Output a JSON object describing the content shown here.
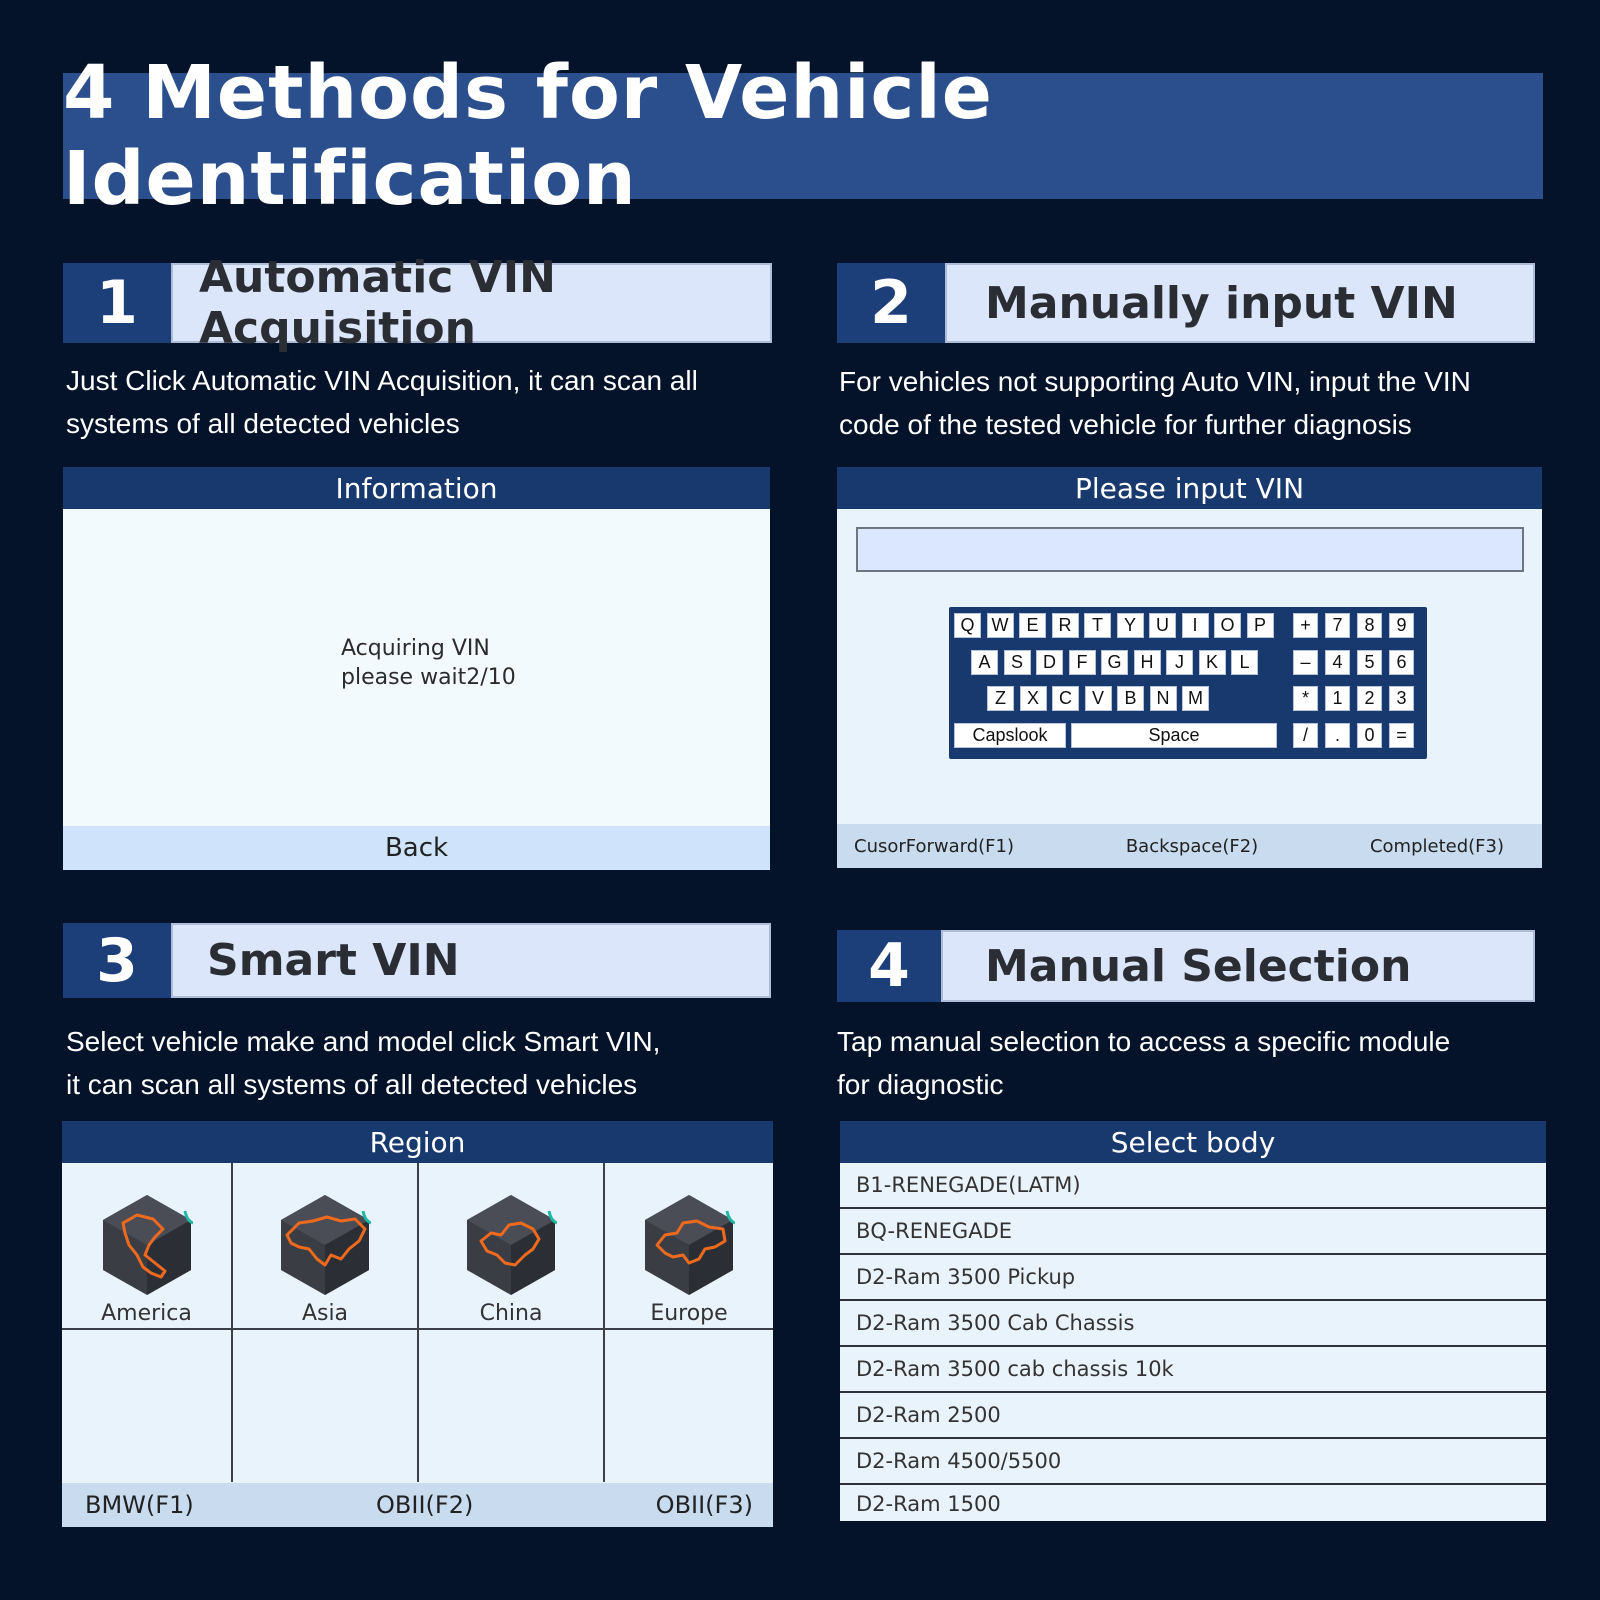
{
  "banner": {
    "title": "4 Methods for Vehicle Identification"
  },
  "sections": [
    {
      "number": "1",
      "title": "Automatic VIN Acquisition",
      "desc_line1": "Just Click Automatic VIN Acquisition, it can scan all",
      "desc_line2": "systems of all detected vehicles"
    },
    {
      "number": "2",
      "title": "Manually input VIN",
      "desc_line1": "For vehicles not supporting Auto VIN, input the VIN",
      "desc_line2": "code of the tested vehicle for further diagnosis"
    },
    {
      "number": "3",
      "title": "Smart VIN",
      "desc_line1": "Select vehicle make and model click Smart VIN,",
      "desc_line2": "it can scan all systems of all detected vehicles"
    },
    {
      "number": "4",
      "title": "Manual Selection",
      "desc_line1": "Tap manual selection to access a specific module",
      "desc_line2": "for diagnostic"
    }
  ],
  "panel1": {
    "header": "Information",
    "msg_line1": "Acquiring VIN",
    "msg_line2": "please wait2/10",
    "back_label": "Back"
  },
  "panel2": {
    "header": "Please input VIN",
    "input_value": "",
    "keys": {
      "row1": [
        "Q",
        "W",
        "E",
        "R",
        "T",
        "Y",
        "U",
        "I",
        "O",
        "P"
      ],
      "row2": [
        "A",
        "S",
        "D",
        "F",
        "G",
        "H",
        "J",
        "K",
        "L"
      ],
      "row3": [
        "Z",
        "X",
        "C",
        "V",
        "B",
        "N",
        "M"
      ],
      "capslock": "Capslook",
      "space": "Space",
      "numpad": [
        [
          "+",
          "7",
          "8",
          "9"
        ],
        [
          "–",
          "4",
          "5",
          "6"
        ],
        [
          "*",
          "1",
          "2",
          "3"
        ],
        [
          "/",
          ".",
          "0",
          "="
        ]
      ]
    },
    "footer": {
      "f1": "CusorForward(F1)",
      "f2": "Backspace(F2)",
      "f3": "Completed(F3)"
    }
  },
  "panel3": {
    "header": "Region",
    "regions": [
      "America",
      "Asia",
      "China",
      "Europe"
    ],
    "footer": {
      "f1": "BMW(F1)",
      "f2": "OBII(F2)",
      "f3": "OBII(F3)"
    }
  },
  "panel4": {
    "header": "Select body",
    "items": [
      "B1-RENEGADE(LATM)",
      "BQ-RENEGADE",
      "D2-Ram 3500 Pickup",
      "D2-Ram 3500 Cab Chassis",
      "D2-Ram 3500 cab chassis 10k",
      "D2-Ram 2500",
      "D2-Ram 4500/5500",
      "D2-Ram 1500"
    ]
  },
  "colors": {
    "background": "#04132a",
    "banner": "#2a4f8c",
    "panel_header": "#17396e",
    "map_outline": "#f06a1e",
    "cube_accent": "#1fb8a6"
  }
}
